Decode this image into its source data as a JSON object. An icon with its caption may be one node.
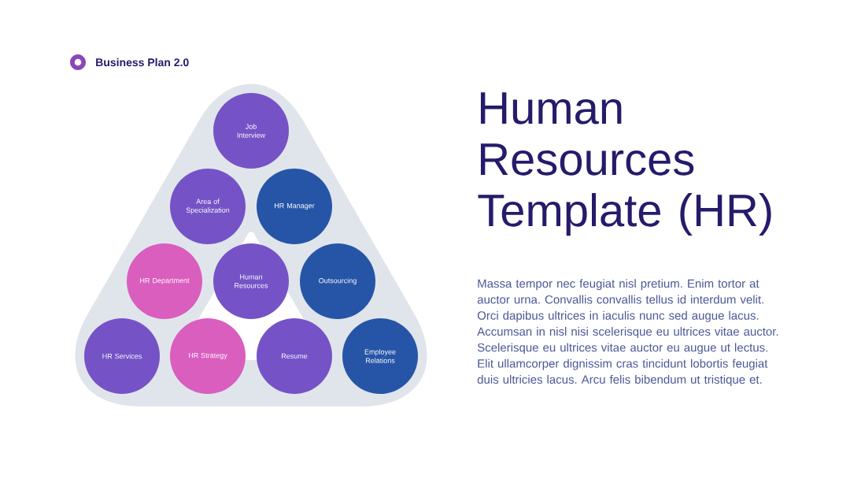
{
  "diagram": {
    "title": "Human Resources Template (HR)",
    "nodes": [
      {
        "text": [
          "Job Interview"
        ]
      },
      {
        "text": [
          "Area of Specialization"
        ]
      },
      {
        "text": [
          "HR Manager"
        ]
      },
      {
        "text": [
          "HR Department"
        ]
      },
      {
        "text": [
          "Human Resources"
        ]
      },
      {
        "text": [
          "Outsourcing"
        ]
      },
      {
        "text": [
          "HR Services"
        ]
      },
      {
        "text": [
          "HR Strategy"
        ]
      },
      {
        "text": [
          "Resume"
        ]
      },
      {
        "text": [
          "Employee Relations"
        ]
      }
    ],
    "labels": [
      "Business Plan 2.0",
      "Massa tempor nec feugiat nisl pretium. Enim tortor at auctor urna. Convallis convallis tellus id interdum velit. Orci dapibus ultrices in iaculis nunc sed augue lacus. Accumsan in nisl nisi scelerisque eu ultrices vitae auctor. Scelerisque eu ultrices vitae auctor eu augue ut lectus. Elit ullamcorper dignissim cras tincidunt lobortis feugiat duis ultricies lacus. Arcu felis bibendum ut tristique et."
    ]
  }
}
